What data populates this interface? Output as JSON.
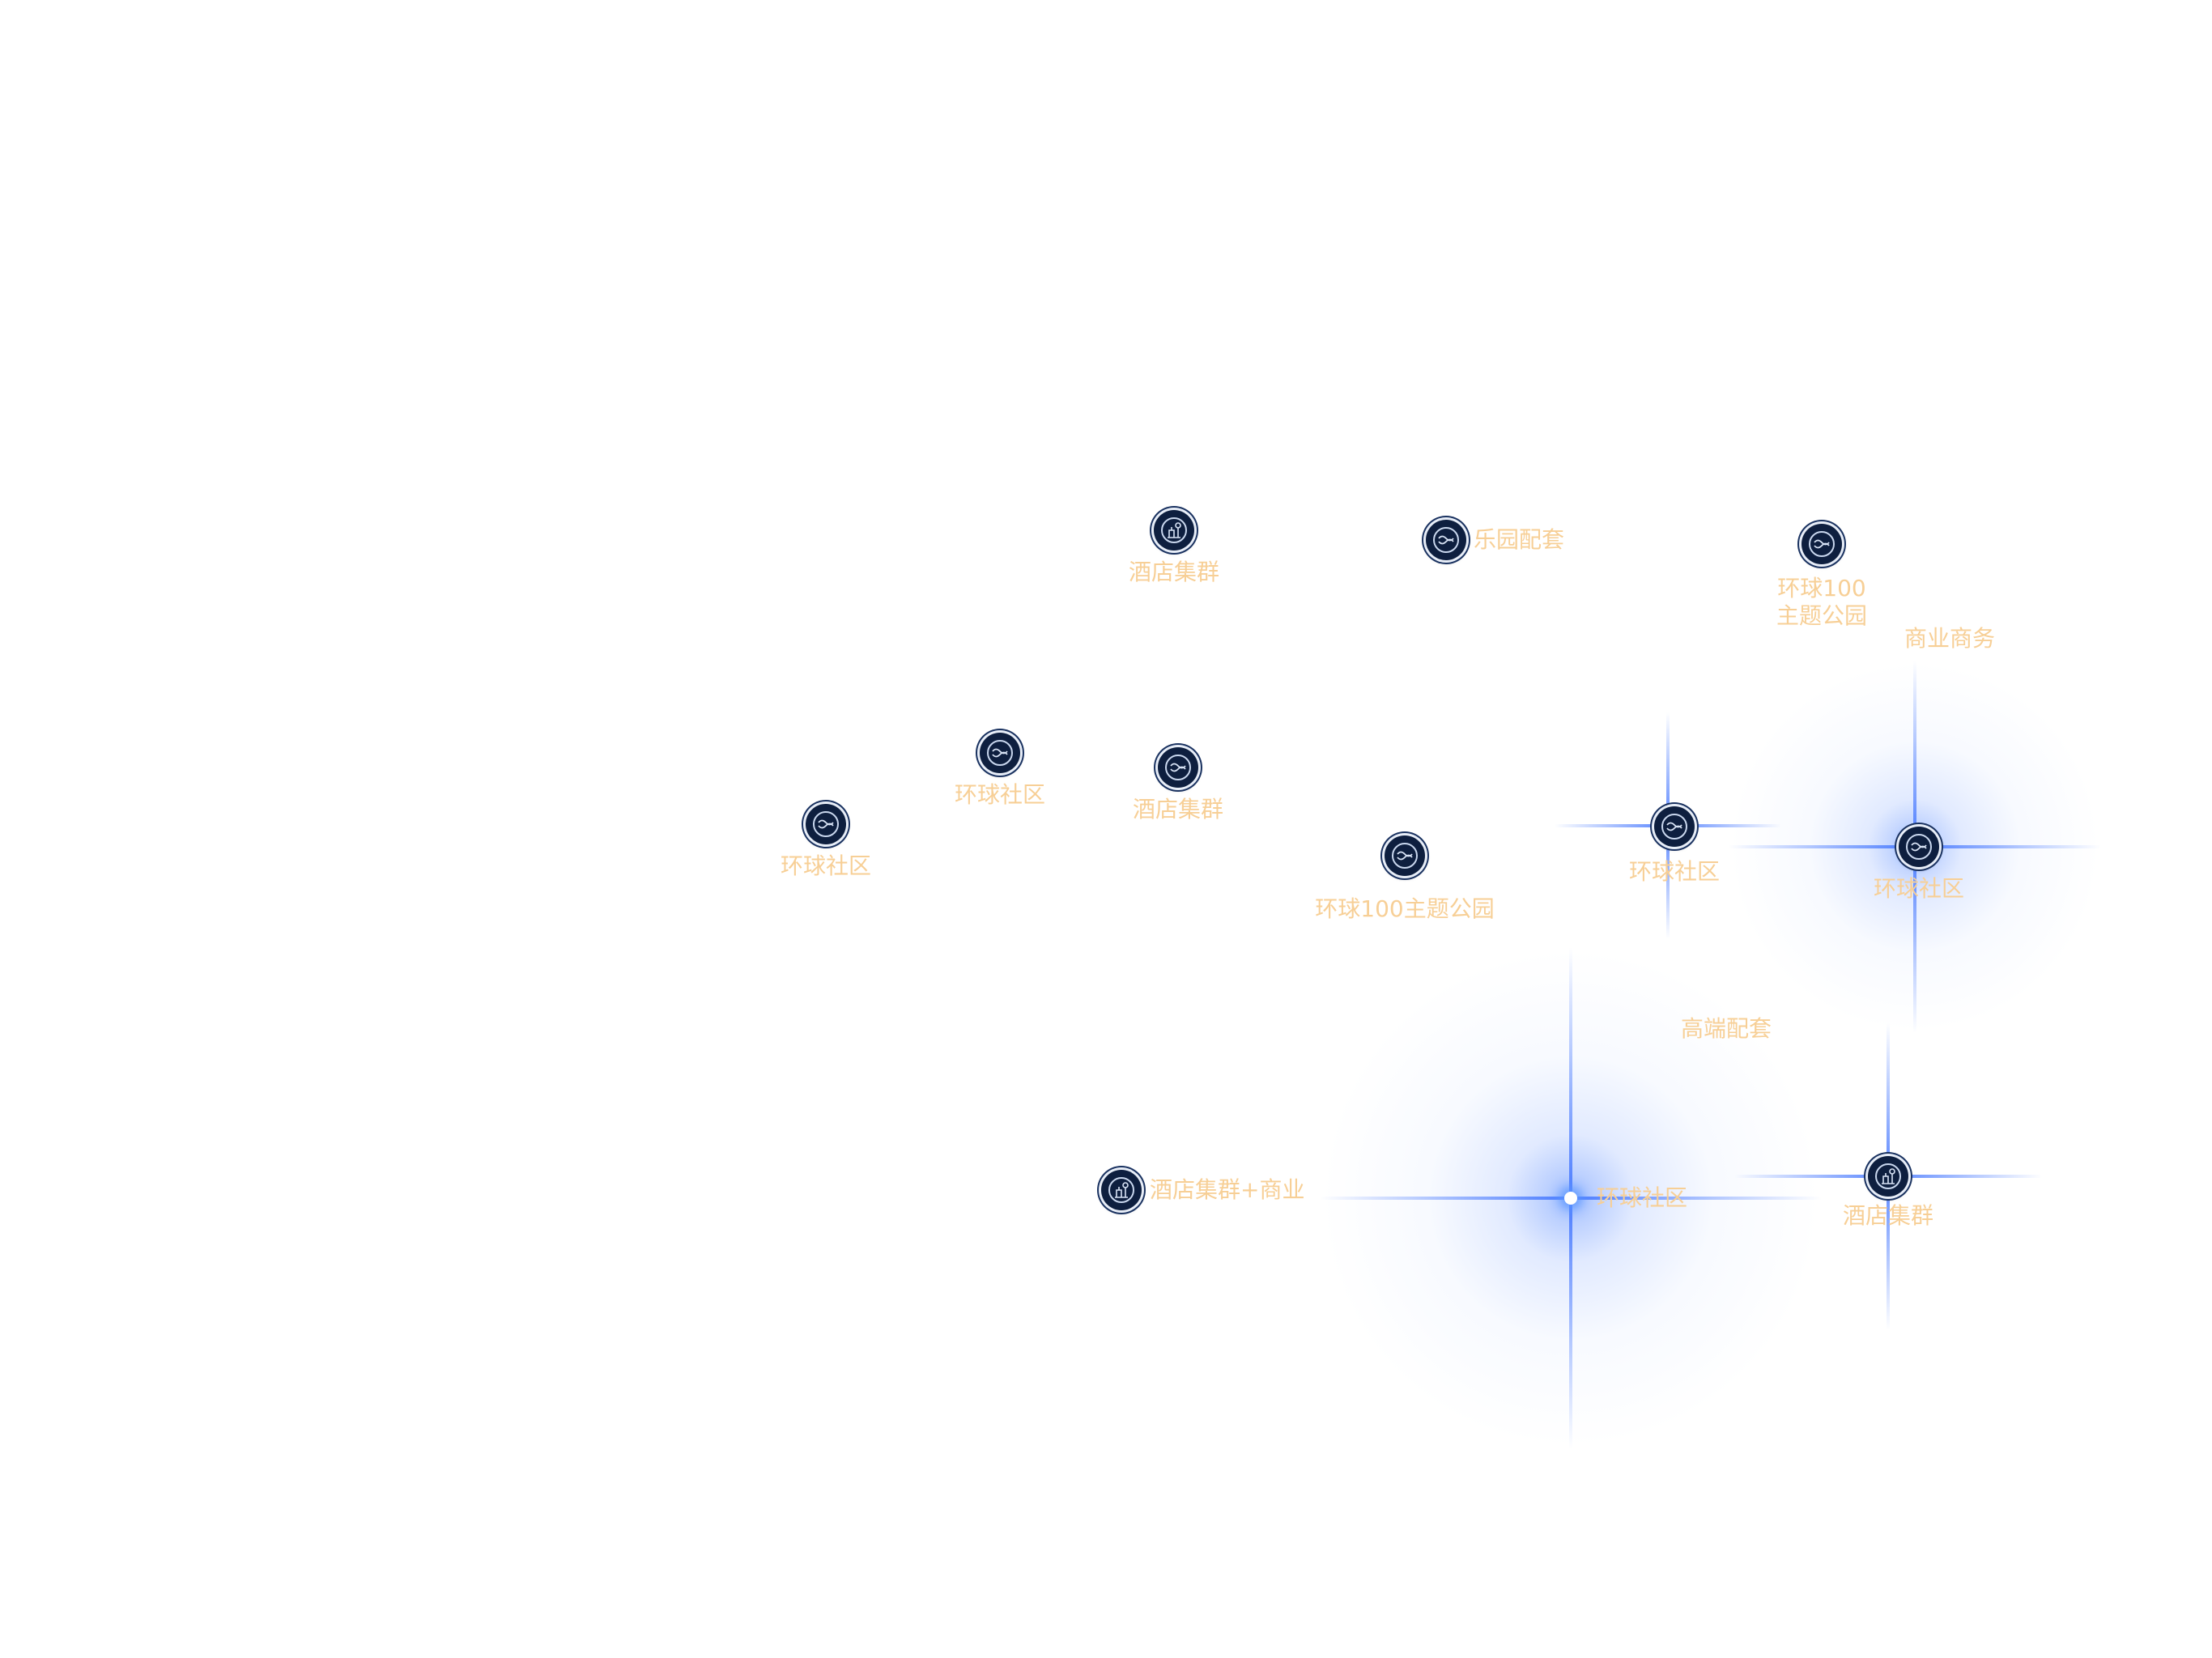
{
  "colors": {
    "background": "#ffffff",
    "label": "#f7cf96",
    "marker_fill": "#0e1f3f",
    "marker_ring": "#c9d7ee",
    "glow": "#4a7dff"
  },
  "markers": [
    {
      "icon": "hotel-icon",
      "label": "酒店集群"
    },
    {
      "icon": "wave-icon",
      "label": "乐园配套"
    },
    {
      "icon": "wave-icon",
      "label": "环球100"
    },
    {
      "icon": "wave-icon",
      "label": "环球社区"
    },
    {
      "icon": "wave-icon",
      "label": "酒店集群"
    },
    {
      "icon": "wave-icon",
      "label": "环球社区"
    },
    {
      "icon": "wave-icon",
      "label": "环球100主题公园"
    },
    {
      "icon": "wave-icon",
      "label": "环球社区"
    },
    {
      "icon": "wave-icon",
      "label": "环球社区"
    },
    {
      "icon": "hotel-icon",
      "label": "酒店集群+商业"
    },
    {
      "icon": "hotel-icon",
      "label": "酒店集群"
    }
  ],
  "marker_park_line2": "主题公园",
  "glow_labels": {
    "upper_right": "商业商务",
    "mid_lower": "高端配套",
    "lower_center": "环球社区"
  }
}
